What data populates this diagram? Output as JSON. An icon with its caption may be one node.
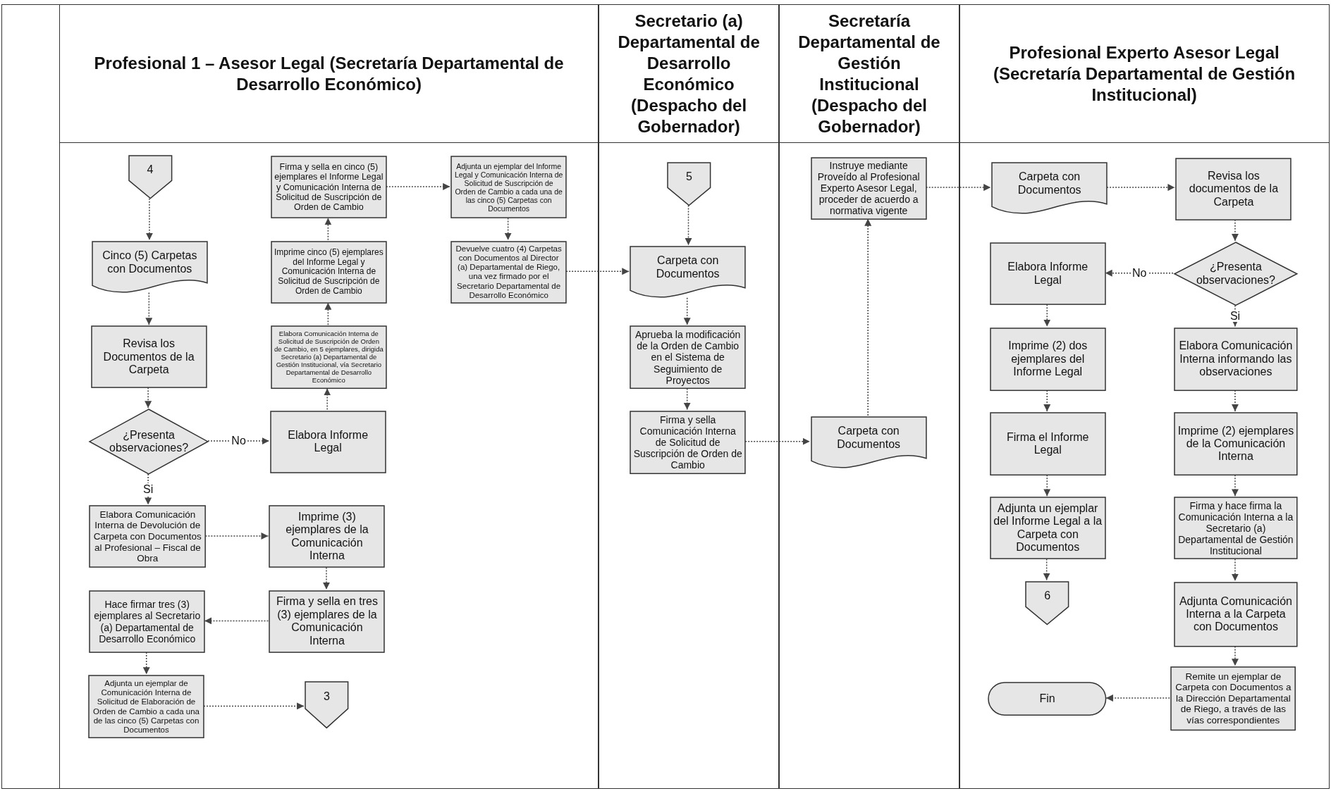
{
  "diagram": {
    "nodes": [
      {
        "text": [
          "Profesional 1 – Asesor Legal (Secretaría Departamental de Desarrollo Económico)"
        ]
      },
      {
        "text": [
          "4"
        ],
        "in": 0
      },
      {
        "text": [
          "Cinco (5) Carpetas con Documentos"
        ],
        "in": 0
      },
      {
        "text": [
          "Revisa los Documentos de la Carpeta"
        ],
        "in": 0
      },
      {
        "text": [
          "¿Presenta observaciones?"
        ],
        "in": 0
      },
      {
        "text": [
          "Elabora Comunicación Interna de Devolución de Carpeta con Documentos al Profesional – Fiscal de Obra"
        ],
        "in": 0
      },
      {
        "text": [
          "Hace firmar tres (3) ejemplares al Secretario (a) Departamental de Desarrollo Económico"
        ],
        "in": 0
      },
      {
        "text": [
          "Adjunta un ejemplar de Comunicación Interna de Solicitud de Elaboración de Orden de Cambio a cada una de las cinco (5) Carpetas con Documentos"
        ],
        "in": 0
      },
      {
        "text": [
          "Firma y sella en cinco (5) ejemplares el Informe Legal y Comunicación Interna de Solicitud de Suscripción de Orden de Cambio"
        ],
        "in": 0
      },
      {
        "text": [
          "Imprime cinco (5) ejemplares del Informe Legal y Comunicación Interna de Solicitud de Suscripción de Orden de Cambio"
        ],
        "in": 0
      },
      {
        "text": [
          "Elabora Comunicación Interna de Solicitud de Suscripción de Orden de Cambio, en 5 ejemplares, dirigida Secretario (a) Departamental de Gestión Institucional, vía Secretario Departamental de Desarrollo Económico"
        ],
        "in": 0
      },
      {
        "text": [
          "Elabora Informe Legal"
        ],
        "in": 0
      },
      {
        "text": [
          "Imprime (3) ejemplares de la Comunicación Interna"
        ],
        "in": 0
      },
      {
        "text": [
          "Firma y sella en tres (3) ejemplares de la Comunicación Interna"
        ],
        "in": 0
      },
      {
        "text": [
          "3"
        ],
        "in": 0
      },
      {
        "text": [
          "Adjunta un ejemplar del Informe Legal y Comunicación Interna de Solicitud de Suscripción de Orden de Cambio a cada una de las cinco (5) Carpetas con Documentos"
        ],
        "in": 0
      },
      {
        "text": [
          "Devuelve cuatro (4) Carpetas con Documentos al Director (a) Departamental de Riego, una vez firmado por el Secretario Departamental de Desarrollo Económico"
        ],
        "in": 0
      },
      {
        "text": [
          "Secretario (a) Departamental de Desarrollo Económico (Despacho del Gobernador)"
        ]
      },
      {
        "text": [
          "5"
        ],
        "in": 17
      },
      {
        "text": [
          "Carpeta con Documentos"
        ],
        "in": 17
      },
      {
        "text": [
          "Aprueba la modificación de la Orden de Cambio en el Sistema de Seguimiento de Proyectos"
        ],
        "in": 17
      },
      {
        "text": [
          "Firma y sella Comunicación Interna de Solicitud de Suscripción de Orden de Cambio"
        ],
        "in": 17
      },
      {
        "text": [
          "Secretaría Departamental de Gestión Institucional (Despacho del Gobernador)"
        ]
      },
      {
        "text": [
          "Instruye mediante Proveído al Profesional Experto Asesor Legal, proceder de acuerdo a normativa vigente"
        ],
        "in": 22
      },
      {
        "text": [
          "Carpeta con Documentos"
        ],
        "in": 22
      },
      {
        "text": [
          "Profesional Experto Asesor Legal (Secretaría Departamental de Gestión Institucional)"
        ]
      },
      {
        "text": [
          "Carpeta con Documentos"
        ],
        "in": 25
      },
      {
        "text": [
          "Revisa los documentos de la Carpeta"
        ],
        "in": 25
      },
      {
        "text": [
          "Elabora Informe Legal"
        ],
        "in": 25
      },
      {
        "text": [
          "¿Presenta observaciones?"
        ],
        "in": 25
      },
      {
        "text": [
          "Imprime (2) dos ejemplares del Informe Legal"
        ],
        "in": 25
      },
      {
        "text": [
          "Elabora Comunicación Interna informando las observaciones"
        ],
        "in": 25
      },
      {
        "text": [
          "Firma el Informe Legal"
        ],
        "in": 25
      },
      {
        "text": [
          "Imprime (2) ejemplares de la Comunicación Interna"
        ],
        "in": 25
      },
      {
        "text": [
          "Adjunta un ejemplar del Informe Legal a la Carpeta con Documentos"
        ],
        "in": 25
      },
      {
        "text": [
          "Firma y hace firma la Comunicación Interna a la Secretario (a) Departamental de Gestión Institucional"
        ],
        "in": 25
      },
      {
        "text": [
          "6"
        ],
        "in": 25
      },
      {
        "text": [
          "Adjunta Comunicación Interna a la Carpeta con Documentos"
        ],
        "in": 25
      },
      {
        "text": [
          "Fin"
        ],
        "in": 25
      },
      {
        "text": [
          "Remite un ejemplar de Carpeta con Documentos a la Dirección Departamental de Riego, a través de las vías correspondientes"
        ],
        "in": 25
      }
    ],
    "edges": [
      {
        "from": 1,
        "to": 2,
        "arrow": "to"
      },
      {
        "from": 2,
        "to": 3,
        "arrow": "to"
      },
      {
        "from": 3,
        "to": 4,
        "arrow": "to"
      },
      {
        "from": 4,
        "to": 11,
        "label": "No",
        "arrow": "to"
      },
      {
        "from": 4,
        "to": 5,
        "label": "Si",
        "arrow": "to"
      },
      {
        "from": 5,
        "to": 12,
        "arrow": "to"
      },
      {
        "from": 12,
        "to": 13,
        "arrow": "to"
      },
      {
        "from": 13,
        "to": 6,
        "arrow": "to"
      },
      {
        "from": 6,
        "to": 7,
        "arrow": "to"
      },
      {
        "from": 7,
        "to": 14,
        "arrow": "to"
      },
      {
        "from": 11,
        "to": 10,
        "arrow": "to"
      },
      {
        "from": 10,
        "to": 9,
        "arrow": "to"
      },
      {
        "from": 9,
        "to": 8,
        "arrow": "to"
      },
      {
        "from": 8,
        "to": 15,
        "arrow": "to"
      },
      {
        "from": 15,
        "to": 16,
        "arrow": "to"
      },
      {
        "from": 16,
        "to": 19,
        "arrow": "to"
      },
      {
        "from": 18,
        "to": 19,
        "arrow": "to"
      },
      {
        "from": 19,
        "to": 20,
        "arrow": "to"
      },
      {
        "from": 20,
        "to": 21,
        "arrow": "to"
      },
      {
        "from": 21,
        "to": 24,
        "arrow": "to"
      },
      {
        "from": 24,
        "to": 23,
        "arrow": "to"
      },
      {
        "from": 23,
        "to": 26,
        "arrow": "to"
      },
      {
        "from": 26,
        "to": 27,
        "arrow": "to"
      },
      {
        "from": 27,
        "to": 29,
        "arrow": "to"
      },
      {
        "from": 29,
        "to": 28,
        "label": "No",
        "arrow": "to"
      },
      {
        "from": 29,
        "to": 31,
        "label": "Si",
        "arrow": "to"
      },
      {
        "from": 28,
        "to": 30,
        "arrow": "to"
      },
      {
        "from": 30,
        "to": 32,
        "arrow": "to"
      },
      {
        "from": 32,
        "to": 34,
        "arrow": "to"
      },
      {
        "from": 34,
        "to": 36,
        "arrow": "to"
      },
      {
        "from": 31,
        "to": 33,
        "arrow": "to"
      },
      {
        "from": 33,
        "to": 35,
        "arrow": "to"
      },
      {
        "from": 35,
        "to": 37,
        "arrow": "to"
      },
      {
        "from": 37,
        "to": 39,
        "arrow": "to"
      },
      {
        "from": 39,
        "to": 38,
        "arrow": "to"
      }
    ]
  }
}
